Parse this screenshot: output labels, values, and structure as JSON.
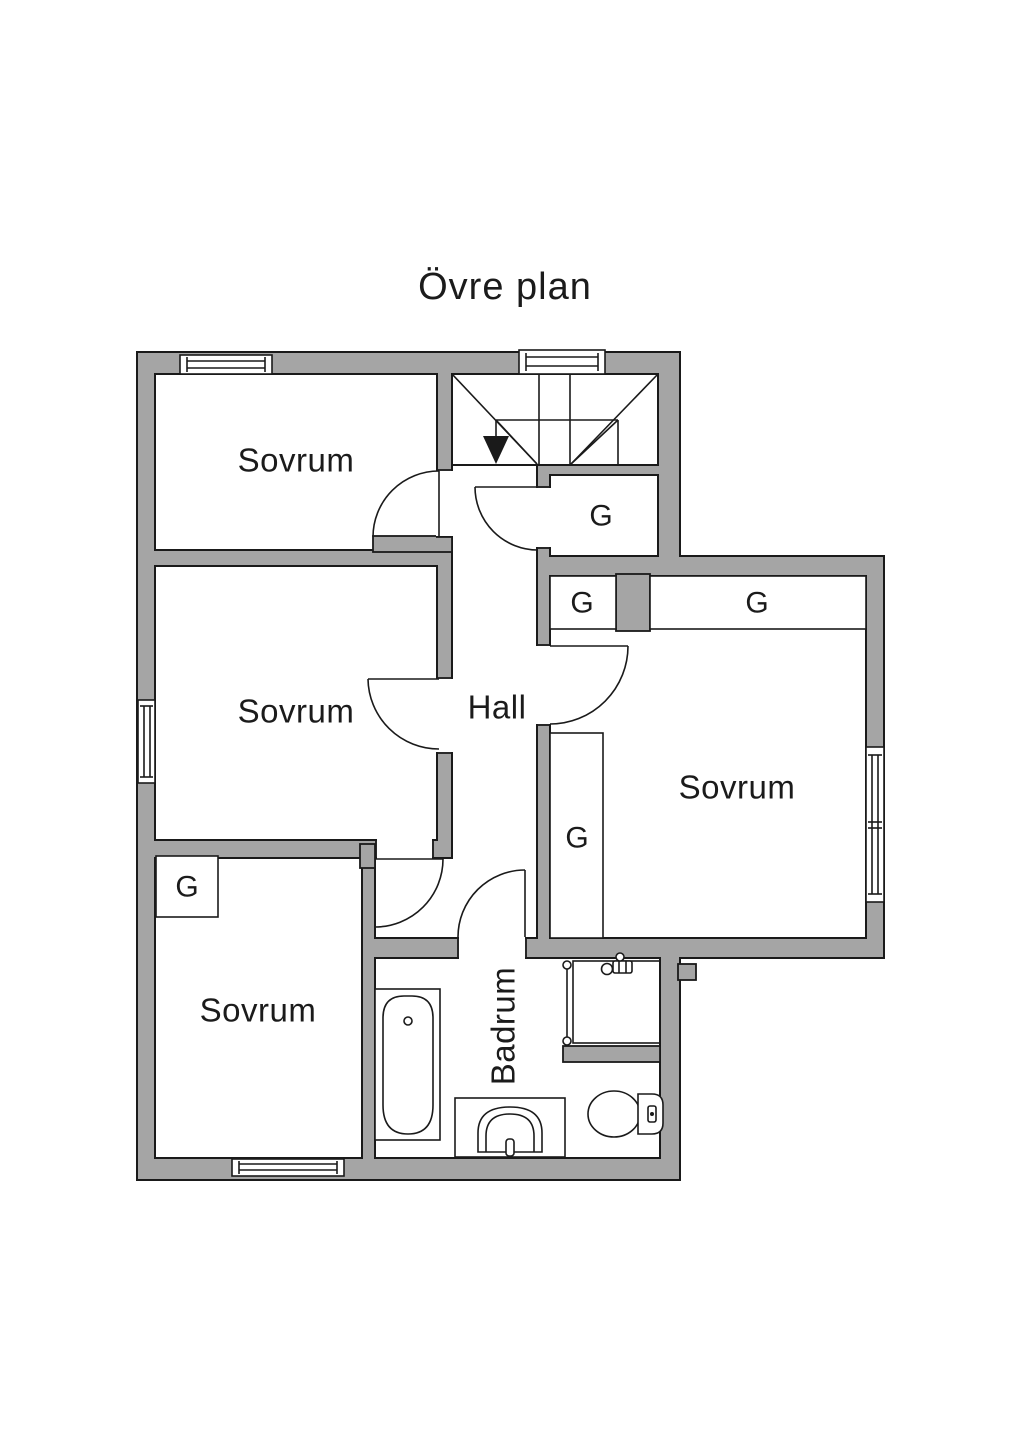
{
  "title": "Övre plan",
  "rooms": {
    "sovrum1": "Sovrum",
    "sovrum2": "Sovrum",
    "sovrum3": "Sovrum",
    "sovrum4": "Sovrum",
    "hall": "Hall",
    "badrum": "Badrum",
    "closet": "G"
  },
  "colors": {
    "wall_gray": "#a5a5a5",
    "line_black": "#1a1a1a",
    "background": "#ffffff"
  }
}
